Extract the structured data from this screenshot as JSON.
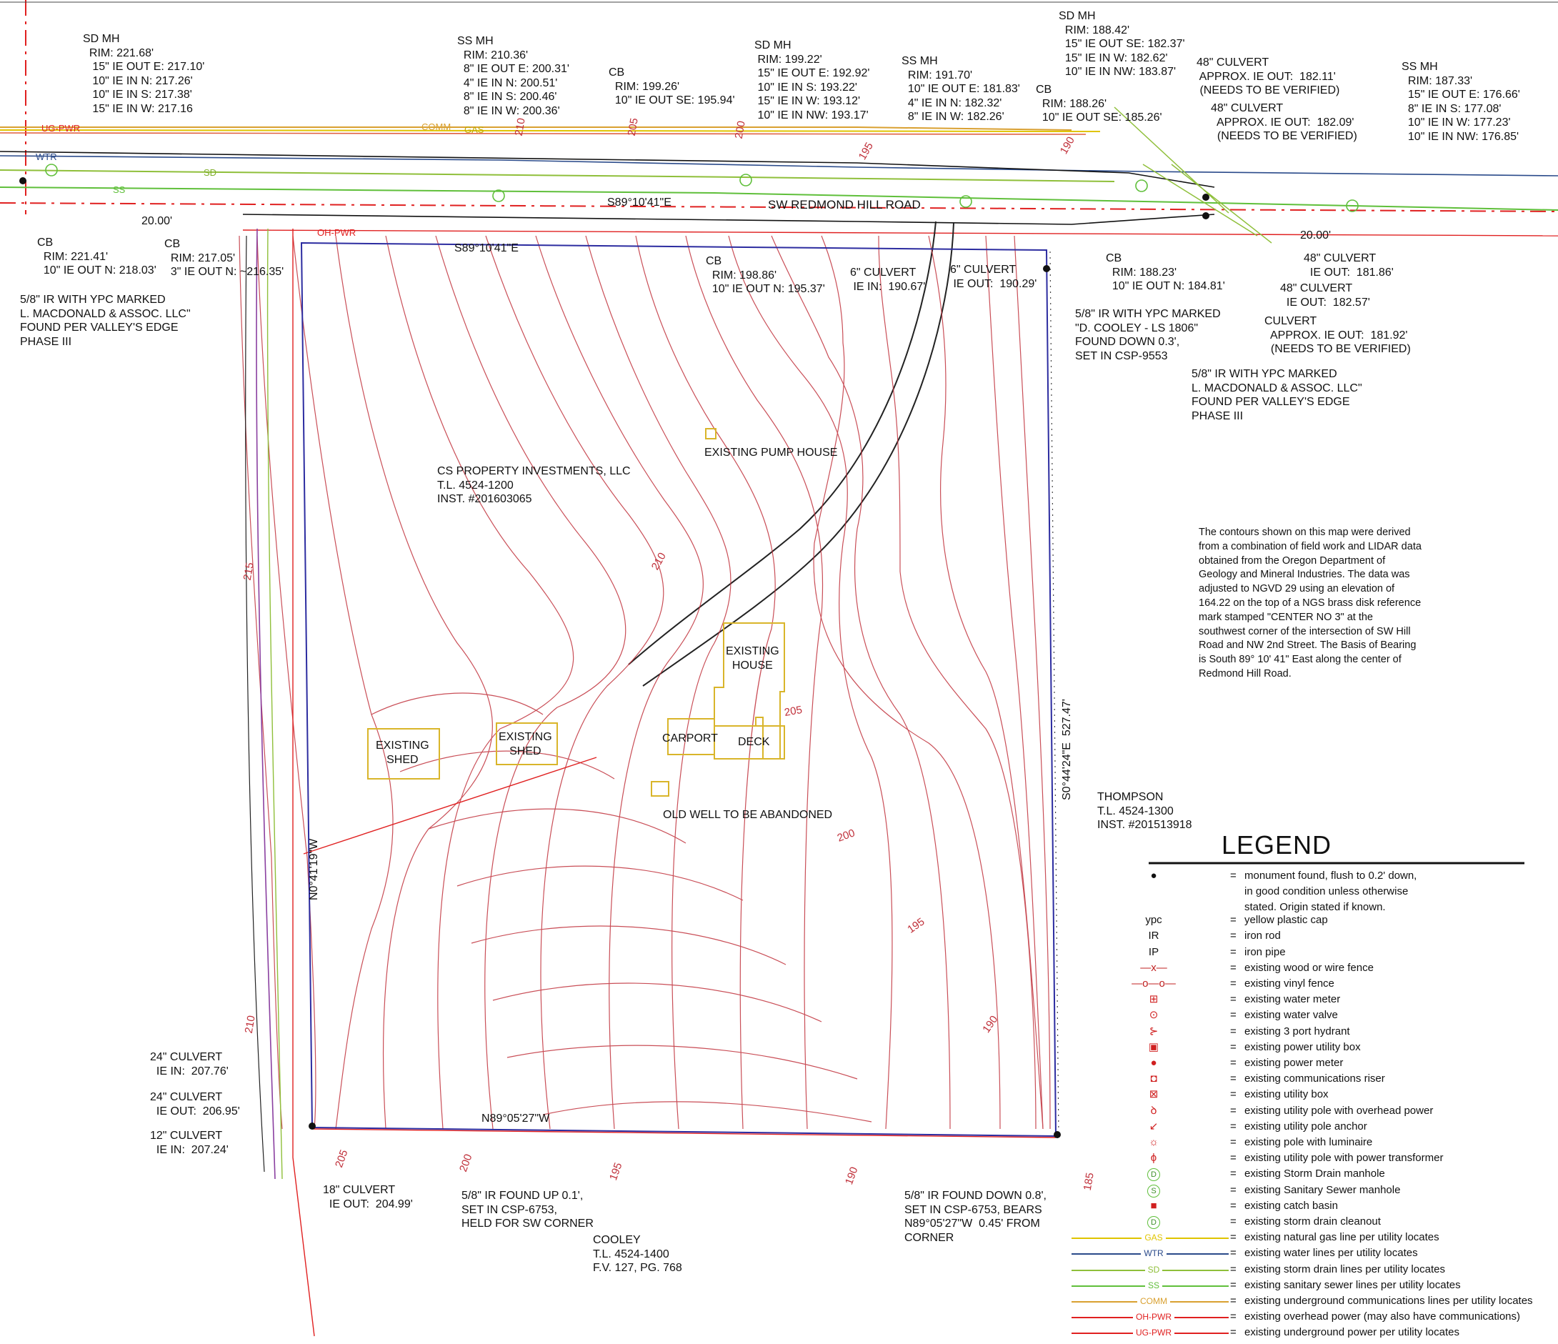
{
  "road_name": "SW REDMOND HILL ROAD",
  "bearings": {
    "road_center": "S89°10'41\"E",
    "north_line": "S89°10'41\"E",
    "west_line": "N0°41'19\"W",
    "east_line": "S0°44'24\"E  527.47'",
    "south_line": "N89°05'27\"W",
    "road_width_west": "20.00'",
    "road_width_east": "20.00'"
  },
  "structures": {
    "house": "EXISTING\nHOUSE",
    "carport": "CARPORT",
    "deck": "DECK",
    "shed_west": "EXISTING\nSHED",
    "shed_center": "EXISTING\nSHED",
    "pump_house": "EXISTING PUMP HOUSE",
    "old_well": "OLD WELL TO BE ABANDONED"
  },
  "parcels": {
    "subject": "CS PROPERTY INVESTMENTS, LLC\nT.L. 4524-1200\nINST. #201603065",
    "east": "THOMPSON\nT.L. 4524-1300\nINST. #201513918",
    "south": "COOLEY\nT.L. 4524-1400\nF.V. 127, PG. 768"
  },
  "callouts": {
    "sdmh1": "SD MH\n  RIM: 221.68'\n   15\" IE OUT E: 217.10'\n   10\" IE IN N: 217.26'\n   10\" IE IN S: 217.38'\n   15\" IE IN W: 217.16",
    "ssmh1": "SS MH\n  RIM: 210.36'\n  8\" IE OUT E: 200.31'\n  4\" IE IN N: 200.51'\n  8\" IE IN S: 200.46'\n  8\" IE IN W: 200.36'",
    "cb1": "CB\n  RIM: 199.26'\n  10\" IE OUT SE: 195.94'",
    "sdmh2": "SD MH\n RIM: 199.22'\n 15\" IE OUT E: 192.92'\n 10\" IE IN S: 193.22'\n 15\" IE IN W: 193.12'\n 10\" IE IN NW: 193.17'",
    "ssmh2": "SS MH\n  RIM: 191.70'\n  10\" IE OUT E: 181.83'\n  4\" IE IN N: 182.32'\n  8\" IE IN W: 182.26'",
    "cb2": "CB\n  RIM: 188.26'\n  10\" IE OUT SE: 185.26'",
    "sdmh3": "SD MH\n  RIM: 188.42'\n  15\" IE OUT SE: 182.37'\n  15\" IE IN W: 182.62'\n  10\" IE IN NW: 183.87'",
    "culvert48a": "48\" CULVERT\n APPROX. IE OUT:  182.11'\n (NEEDS TO BE VERIFIED)",
    "culvert48b": "48\" CULVERT\n  APPROX. IE OUT:  182.09'\n  (NEEDS TO BE VERIFIED)",
    "ssmh3": "SS MH\n  RIM: 187.33'\n  15\" IE OUT E: 176.66'\n  8\" IE IN S: 177.08'\n  10\" IE IN W: 177.23'\n  10\" IE IN NW: 176.85'",
    "cb3": "CB\n  RIM: 221.41'\n  10\" IE OUT N: 218.03'",
    "cb4": "CB\n  RIM: 217.05'\n  3\" IE OUT N: ~216.35'",
    "mon_nw": "5/8\" IR WITH YPC MARKED\nL. MACDONALD & ASSOC. LLC\"\nFOUND PER VALLEY'S EDGE\nPHASE III",
    "cb5": "CB\n  RIM: 198.86'\n  10\" IE OUT N: 195.37'",
    "culvert6a": "6\" CULVERT\n IE IN:  190.67'",
    "culvert6b": "6\" CULVERT\n IE OUT:  190.29'",
    "cb6": "CB\n  RIM: 188.23'\n  10\" IE OUT N: 184.81'",
    "culvert48c": "48\" CULVERT\n  IE OUT:  181.86'",
    "culvert48d": "48\" CULVERT\n  IE OUT:  182.57'",
    "culvert_approx": "CULVERT\n  APPROX. IE OUT:  181.92'\n  (NEEDS TO BE VERIFIED)",
    "mon_ne": "5/8\" IR WITH YPC MARKED\n\"D. COOLEY - LS 1806\"\nFOUND DOWN 0.3',\nSET IN CSP-9553",
    "mon_ne2": "5/8\" IR WITH YPC MARKED\nL. MACDONALD & ASSOC. LLC\"\nFOUND PER VALLEY'S EDGE\nPHASE III",
    "culvert24a": "24\" CULVERT\n  IE IN:  207.76'",
    "culvert24b": "24\" CULVERT\n  IE OUT:  206.95'",
    "culvert12": "12\" CULVERT\n  IE IN:  207.24'",
    "culvert18": "18\" CULVERT\n  IE OUT:  204.99'",
    "mon_sw": "5/8\" IR FOUND UP 0.1',\nSET IN CSP-6753,\nHELD FOR SW CORNER",
    "mon_se": "5/8\" IR FOUND DOWN 0.8',\nSET IN CSP-6753, BEARS\nN89°05'27\"W  0.45' FROM\nCORNER"
  },
  "contour_note": "The contours shown on this map were derived\nfrom a combination of field work and LIDAR data\nobtained from the Oregon Department of\nGeology and Mineral Industries. The data was\nadjusted to NGVD 29 using an elevation of\n164.22 on the top of a NGS brass disk reference\nmark stamped \"CENTER NO 3\" at the\nsouthwest corner of the intersection of SW Hill\nRoad and NW 2nd Street. The Basis of Bearing\nis South 89° 10' 41\" East along the center of\nRedmond Hill Road.",
  "contour_labels": [
    "215",
    "210",
    "205",
    "200",
    "195",
    "190",
    "185",
    "210",
    "205",
    "200",
    "195",
    "190",
    "210",
    "205",
    "200",
    "195",
    "190"
  ],
  "line_labels": {
    "gas": "GAS",
    "water": "WTR",
    "storm": "SD",
    "sewer": "SS",
    "comm": "COMM",
    "ohpwr": "OH-PWR",
    "ugpwr": "UG-PWR"
  },
  "legend": {
    "title": "LEGEND",
    "items": [
      {
        "symbol": "●",
        "text": "monument found, flush to 0.2' down,\nin good condition unless otherwise\nstated. Origin stated if known."
      },
      {
        "symbol": "ypc",
        "text": "yellow plastic cap"
      },
      {
        "symbol": "IR",
        "text": "iron rod"
      },
      {
        "symbol": "IP",
        "text": "iron pipe"
      },
      {
        "symbol": "x",
        "text": "existing wood or wire fence"
      },
      {
        "symbol": "o",
        "text": "existing vinyl fence"
      },
      {
        "symbol": "water-meter-icon",
        "text": "existing water meter"
      },
      {
        "symbol": "water-valve-icon",
        "text": "existing water valve"
      },
      {
        "symbol": "hydrant-icon",
        "text": "existing 3 port hydrant"
      },
      {
        "symbol": "power-box-icon",
        "text": "existing power utility box"
      },
      {
        "symbol": "power-meter-icon",
        "text": "existing power meter"
      },
      {
        "symbol": "comm-riser-icon",
        "text": "existing communications riser"
      },
      {
        "symbol": "utility-box-icon",
        "text": "existing utility box"
      },
      {
        "symbol": "pole-icon",
        "text": "existing utility pole with overhead power"
      },
      {
        "symbol": "anchor-icon",
        "text": "existing utility pole anchor"
      },
      {
        "symbol": "luminaire-icon",
        "text": "existing pole with luminaire"
      },
      {
        "symbol": "transformer-icon",
        "text": "existing utility pole with power transformer"
      },
      {
        "symbol": "D",
        "text": "existing Storm Drain manhole"
      },
      {
        "symbol": "S",
        "text": "existing Sanitary Sewer manhole"
      },
      {
        "symbol": "catch-basin-icon",
        "text": "existing catch basin"
      },
      {
        "symbol": "D",
        "text": "existing storm drain cleanout"
      },
      {
        "symbol": "GAS",
        "text": "existing natural gas line per utility locates"
      },
      {
        "symbol": "WTR",
        "text": "existing water lines per utility locates"
      },
      {
        "symbol": "SD",
        "text": "existing storm drain lines per utility locates"
      },
      {
        "symbol": "SS",
        "text": "existing sanitary sewer lines per utility locates"
      },
      {
        "symbol": "COMM",
        "text": "existing underground communications lines per utility locates"
      },
      {
        "symbol": "OH-PWR",
        "text": "existing overhead power (may also have communications)"
      },
      {
        "symbol": "UG-PWR",
        "text": "existing underground power per utility locates"
      }
    ]
  },
  "colors": {
    "contour": "#c0303a",
    "boundary": "#2c2ca0",
    "structure": "#d9b52a",
    "gas": "#e0c400",
    "water": "#2a4a8a",
    "storm": "#8fbf3a",
    "sewer": "#5fbf3a",
    "comm": "#d9a030",
    "power": "#e02020",
    "road": "#111111"
  }
}
